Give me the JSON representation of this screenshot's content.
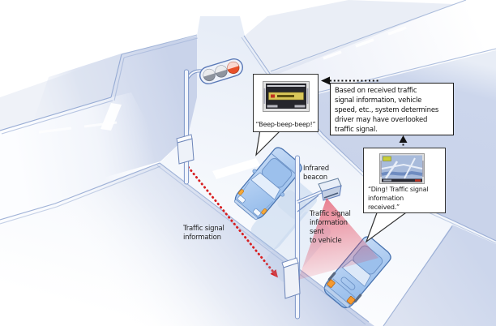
{
  "scene": {
    "title_hint": "Traffic signal information system diagram",
    "infobox": {
      "lines": [
        "Based on received traffic",
        "signal information, vehicle",
        "speed, etc., system determines",
        "driver may have overlooked",
        "traffic signal."
      ]
    },
    "bubble_warning": {
      "text": "“Beep-beep-beep!”",
      "device": "in-vehicle warning display"
    },
    "bubble_received": {
      "lines": [
        "“Ding! Traffic signal",
        "information",
        "received.”"
      ],
      "device": "car navigation display"
    },
    "labels": {
      "infrared_beacon": {
        "lines": [
          "Infrared",
          "beacon"
        ]
      },
      "signal_sent": {
        "lines": [
          "Traffic signal",
          "information",
          "sent",
          "to vehicle"
        ]
      },
      "signal_info": {
        "lines": [
          "Traffic signal",
          "information"
        ]
      }
    },
    "colors": {
      "accent_red": "#d81e20",
      "beam_red": "#e23950",
      "lavender_block": "#c9d3ea",
      "road_white": "#ffffff",
      "car_blue": "#aecdf2",
      "signal_red_lens": "#e8502a",
      "edge_blue": "#8fa5d0"
    }
  }
}
